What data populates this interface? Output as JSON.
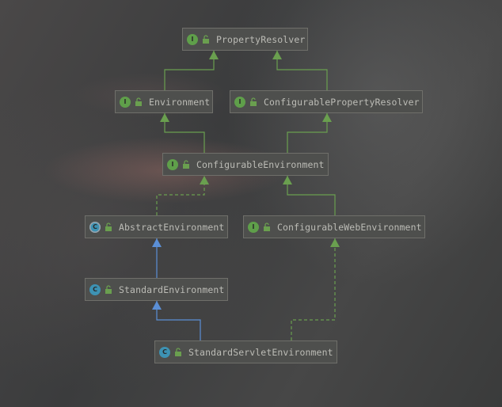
{
  "diagram": {
    "nodes": {
      "property_resolver": {
        "label": "PropertyResolver",
        "kind": "interface",
        "badge": "I"
      },
      "environment": {
        "label": "Environment",
        "kind": "interface",
        "badge": "I"
      },
      "configurable_property_resolver": {
        "label": "ConfigurablePropertyResolver",
        "kind": "interface",
        "badge": "I"
      },
      "configurable_environment": {
        "label": "ConfigurableEnvironment",
        "kind": "interface",
        "badge": "I"
      },
      "abstract_environment": {
        "label": "AbstractEnvironment",
        "kind": "abstract-class",
        "badge": "C"
      },
      "configurable_web_environment": {
        "label": "ConfigurableWebEnvironment",
        "kind": "interface",
        "badge": "I"
      },
      "standard_environment": {
        "label": "StandardEnvironment",
        "kind": "class",
        "badge": "C"
      },
      "standard_servlet_environment": {
        "label": "StandardServletEnvironment",
        "kind": "class",
        "badge": "C"
      }
    },
    "edges": [
      {
        "from": "environment",
        "to": "property_resolver",
        "type": "extends"
      },
      {
        "from": "configurable_property_resolver",
        "to": "property_resolver",
        "type": "extends"
      },
      {
        "from": "configurable_environment",
        "to": "environment",
        "type": "extends"
      },
      {
        "from": "configurable_environment",
        "to": "configurable_property_resolver",
        "type": "extends"
      },
      {
        "from": "abstract_environment",
        "to": "configurable_environment",
        "type": "implements"
      },
      {
        "from": "configurable_web_environment",
        "to": "configurable_environment",
        "type": "extends"
      },
      {
        "from": "standard_environment",
        "to": "abstract_environment",
        "type": "extends-class"
      },
      {
        "from": "standard_servlet_environment",
        "to": "standard_environment",
        "type": "extends-class"
      },
      {
        "from": "standard_servlet_environment",
        "to": "configurable_web_environment",
        "type": "implements"
      }
    ],
    "colors": {
      "interface_edge": "#6a9f4f",
      "class_edge": "#5b8fd6",
      "interface_badge": "#5f9f4a",
      "class_badge": "#3d92b3"
    }
  }
}
